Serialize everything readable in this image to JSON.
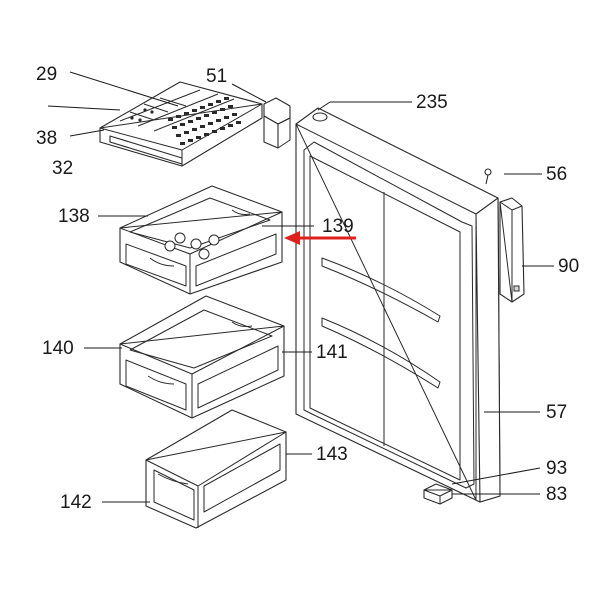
{
  "labels": {
    "l29": "29",
    "l38": "38",
    "l32": "32",
    "l51": "51",
    "l235": "235",
    "l56": "56",
    "l138": "138",
    "l139": "139",
    "l90": "90",
    "l140": "140",
    "l141": "141",
    "l57": "57",
    "l143": "143",
    "l93": "93",
    "l142": "142",
    "l83": "83"
  },
  "colors": {
    "line": "#1a1a1a",
    "highlight_arrow": "#e0201c"
  }
}
